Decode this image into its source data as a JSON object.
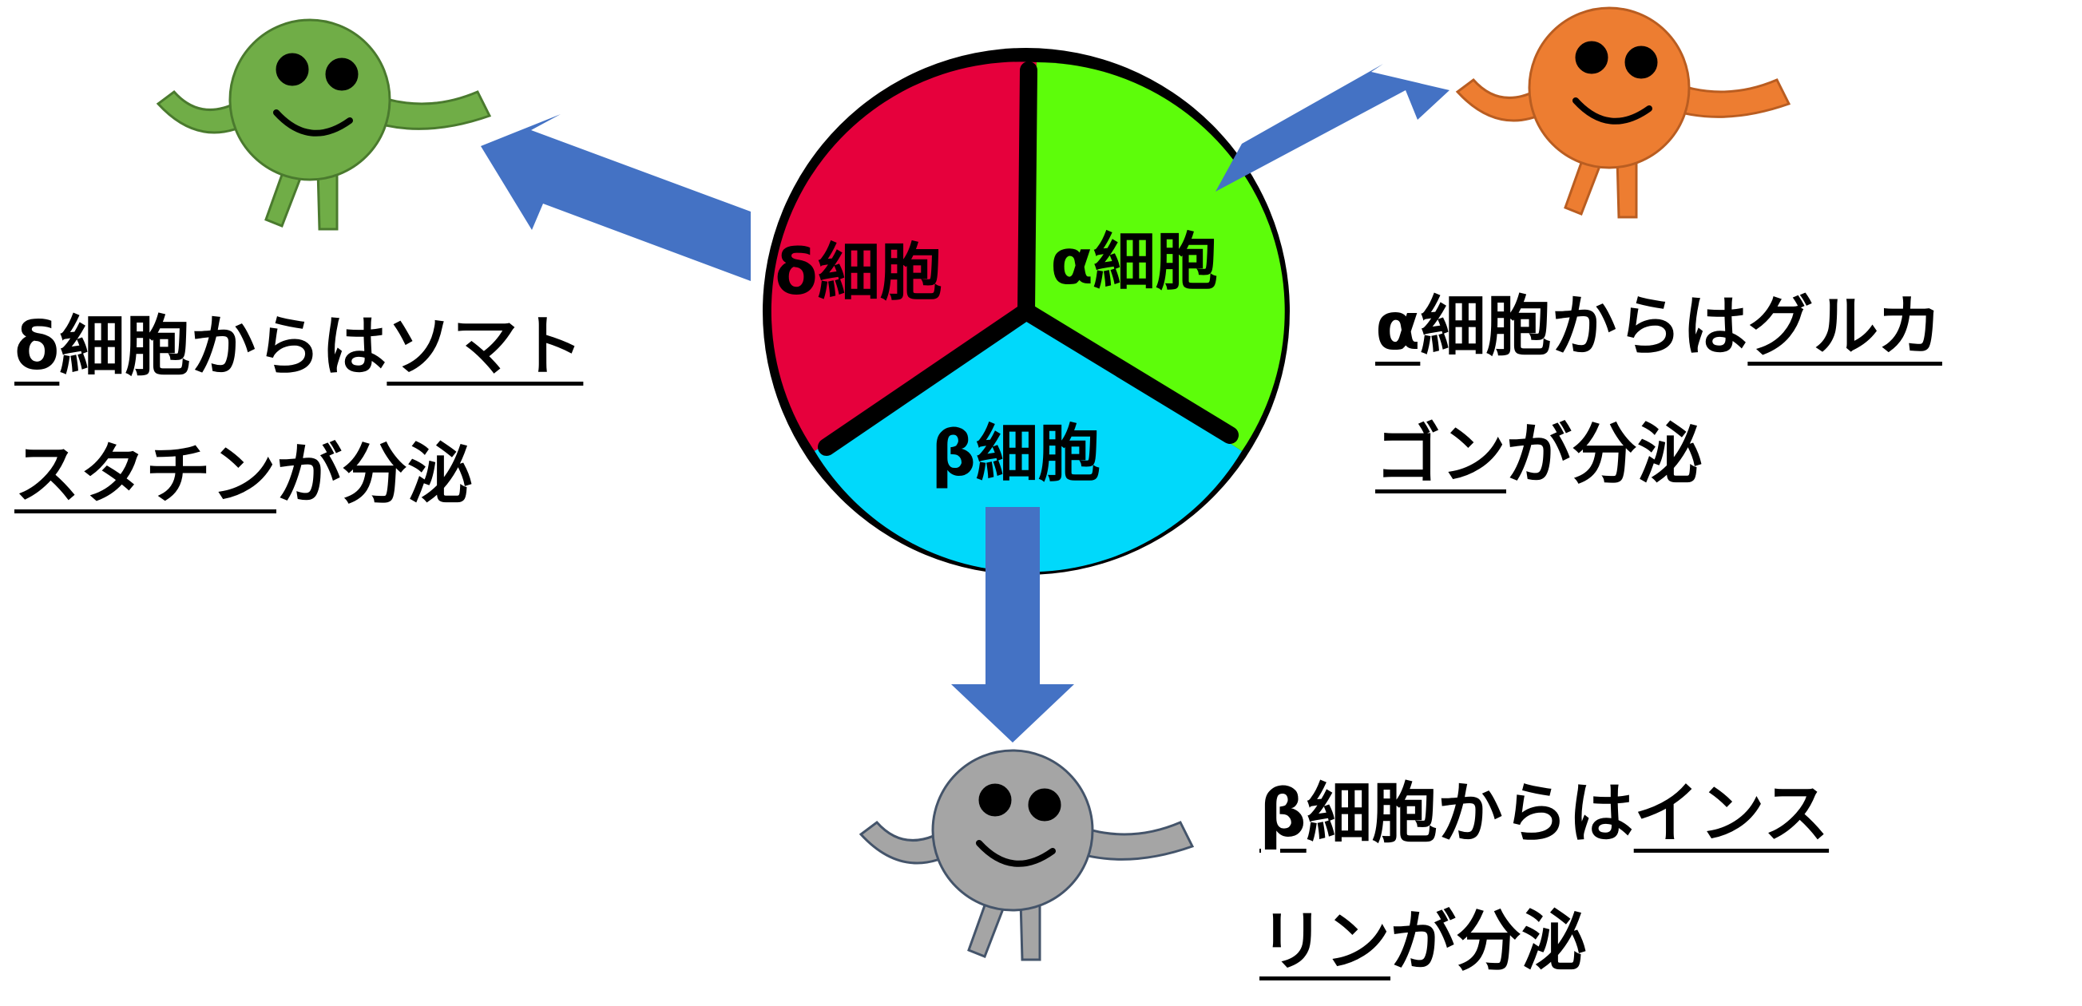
{
  "diagram": {
    "center_cell": {
      "sectors": [
        {
          "label": "δ細胞",
          "color": "#e6003c"
        },
        {
          "label": "α細胞",
          "color": "#5dfd0a"
        },
        {
          "label": "β細胞",
          "color": "#00d9fb"
        }
      ],
      "outline_color": "#000000"
    },
    "arrow_color": "#4472c4",
    "characters": [
      {
        "name": "delta-cell-character",
        "body_color": "#70ad47",
        "outline_color": "#4a7a2e"
      },
      {
        "name": "alpha-cell-character",
        "body_color": "#ed7d31",
        "outline_color": "#b95d21"
      },
      {
        "name": "beta-cell-character",
        "body_color": "#a5a5a5",
        "outline_color": "#44546a"
      }
    ]
  },
  "captions": {
    "delta": {
      "prefix": "δ",
      "middle": "細胞からは",
      "hormone_line1": "ソマト",
      "hormone_line2": "スタチン",
      "suffix": "が分泌"
    },
    "alpha": {
      "prefix": "α",
      "middle": "細胞からは",
      "hormone_line1": "グルカ",
      "hormone_line2": "ゴン",
      "suffix": "が分泌"
    },
    "beta": {
      "prefix": "β",
      "middle": "細胞からは",
      "hormone_line1": "インス",
      "hormone_line2": "リン",
      "suffix": "が分泌"
    }
  }
}
